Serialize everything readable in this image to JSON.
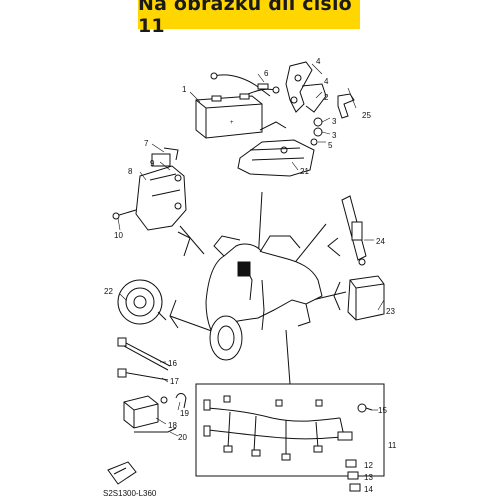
{
  "banner": {
    "title": "Na obrázku díl číslo 11",
    "color": "#ffd600"
  },
  "diagram_code": "S2S1300-L360",
  "callouts": [
    "1",
    "2",
    "3",
    "3",
    "4",
    "4",
    "5",
    "6",
    "7",
    "8",
    "9",
    "10",
    "11",
    "12",
    "13",
    "14",
    "15",
    "16",
    "17",
    "18",
    "19",
    "20",
    "21",
    "22",
    "23",
    "24",
    "25"
  ],
  "icons": [
    "battery-icon",
    "relay-icon",
    "horn-icon",
    "ignition-coil-icon",
    "scooter-icon",
    "wire-harness-icon",
    "front-arrow-icon"
  ]
}
